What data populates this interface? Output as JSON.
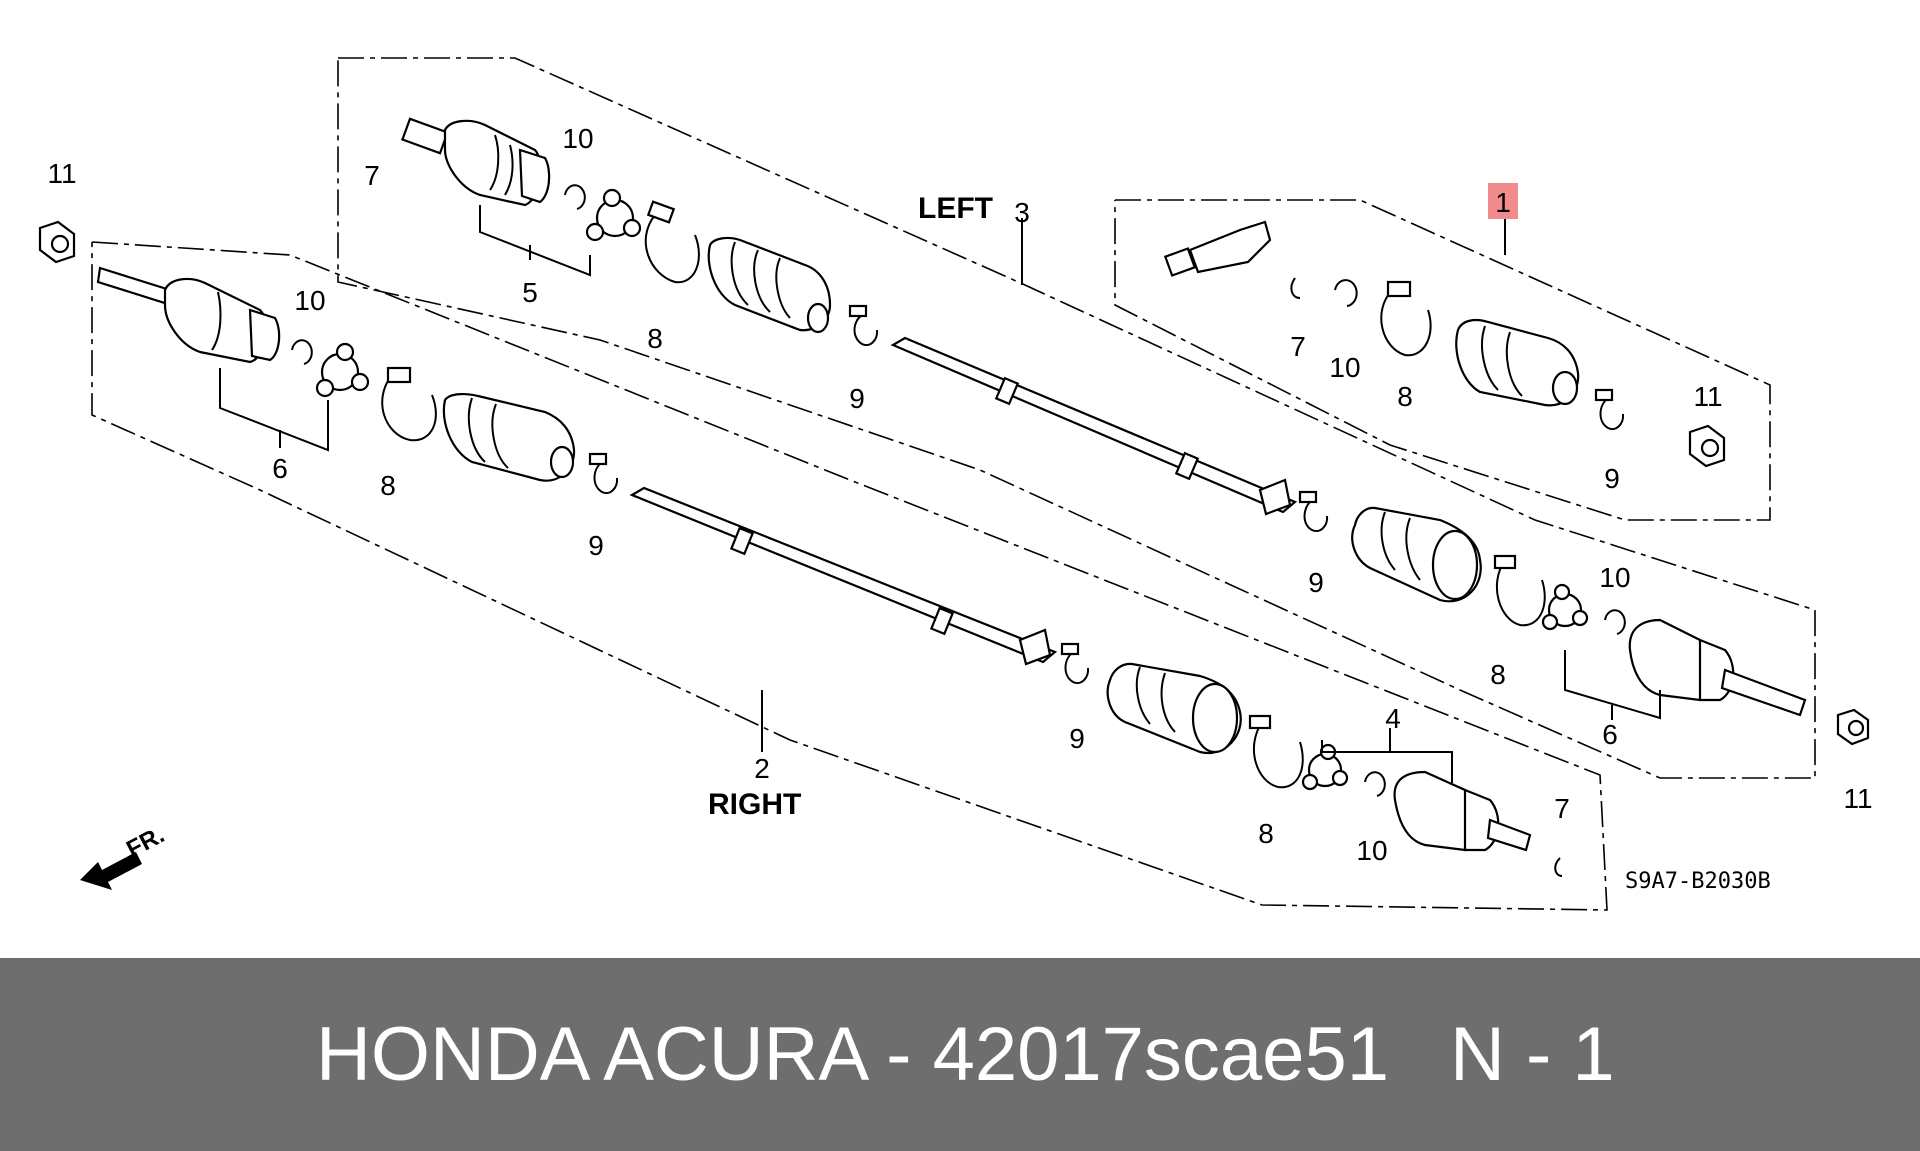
{
  "diagram": {
    "header_left": "LEFT",
    "header_right": "RIGHT",
    "fr_label": "FR.",
    "drawing_code": "S9A7-B2030B",
    "highlight_color": "#f28b8b",
    "callouts": {
      "kit": "1",
      "right_shaft": "2",
      "left_shaft": "3",
      "inboard_joint": "4",
      "left_outboard_joint": "5",
      "right_outboard_joint": "6",
      "inboard_set_ring": "7",
      "big_boot_band": "8",
      "small_boot_band": "9",
      "stop_ring": "10",
      "spindle_nut": "11"
    }
  },
  "caption": {
    "main": "HONDA ACURA - 42017scae51",
    "suffix": "N - 1",
    "band_color": "#6e6e6e"
  }
}
